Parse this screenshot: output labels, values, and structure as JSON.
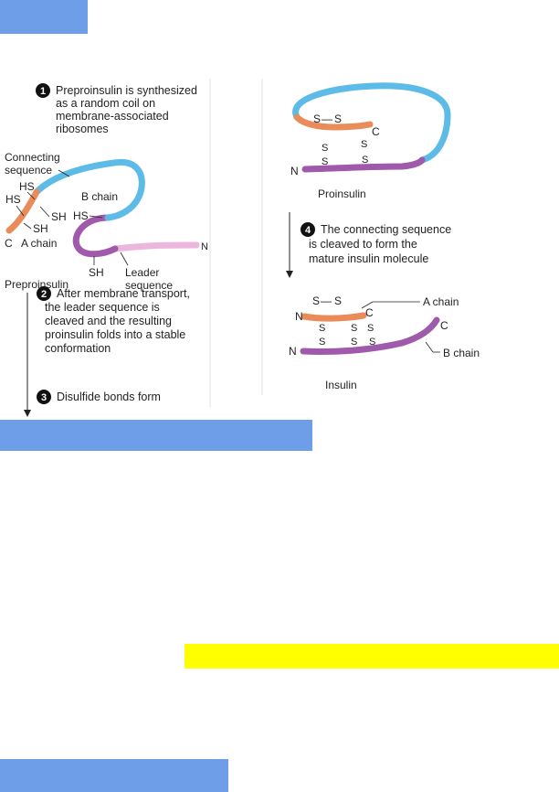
{
  "colors": {
    "highlight_blue": "#6f9ee9",
    "highlight_yellow": "#ffff00",
    "connecting_sequence": "#5dbbe8",
    "a_chain": "#e98c5a",
    "b_chain": "#a05aab",
    "leader_sequence": "#ecb7dc",
    "panel_divider": "#e0e0e0",
    "step_badge": "#111111"
  },
  "steps": [
    {
      "number": "1",
      "lines": [
        "Preproinsulin is synthesized",
        "as a random coil on",
        "membrane-associated",
        "ribosomes"
      ]
    },
    {
      "number": "2",
      "lines": [
        "After membrane transport,",
        "the leader sequence is",
        "cleaved and the resulting",
        "proinsulin folds into a stable",
        "conformation"
      ]
    },
    {
      "number": "3",
      "lines": [
        "Disulfide bonds form"
      ]
    },
    {
      "number": "4",
      "lines": [
        "The connecting sequence",
        "is cleaved to form the",
        "mature insulin molecule"
      ]
    }
  ],
  "preproinsulin": {
    "connecting_label": [
      "Connecting",
      "sequence"
    ],
    "hs_upper": "HS",
    "hs_lower": "HS",
    "sh_a": "SH",
    "c_terminus": "C",
    "a_chain": "A chain",
    "b_chain": "B chain",
    "hs_b": "HS",
    "sh_b": "SH",
    "leader_label": [
      "Leader",
      "sequence"
    ],
    "n_terminus": "N",
    "name": "Preproinsulin"
  },
  "proinsulin": {
    "s_left": "S",
    "s_dash": "—",
    "s_right": "S",
    "c_terminus": "C",
    "n_terminus": "N",
    "bond_s": "S",
    "name": "Proinsulin"
  },
  "insulin": {
    "s_left": "S",
    "s_dash": "—",
    "s_right": "S",
    "n_a": "N",
    "c_a": "C",
    "n_b": "N",
    "c_b": "C",
    "bond_s": "S",
    "a_chain_label": "A chain",
    "b_chain_label": "B chain",
    "name": "Insulin"
  }
}
